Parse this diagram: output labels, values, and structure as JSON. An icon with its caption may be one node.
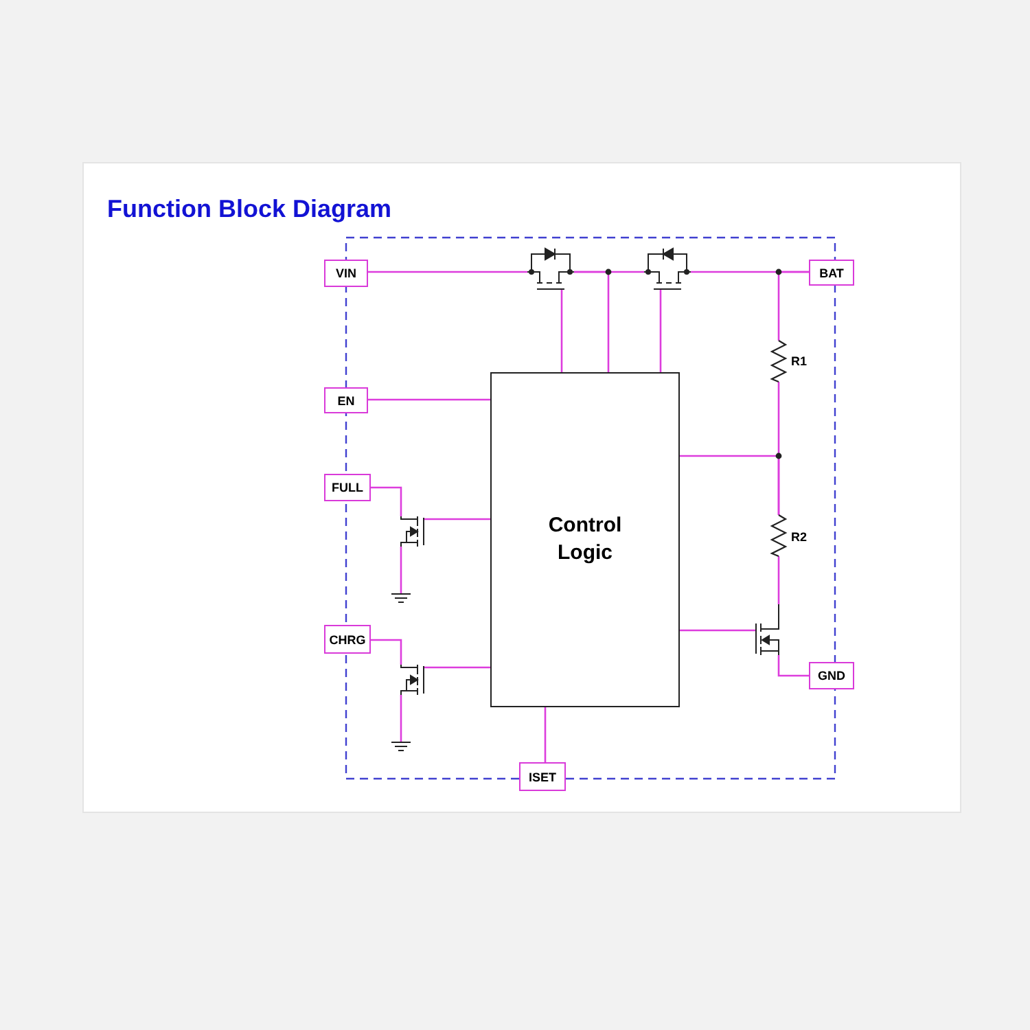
{
  "diagram": {
    "title": "Function Block Diagram",
    "nodes": [
      {
        "text": [
          "VIN"
        ]
      },
      {
        "text": [],
        "shape": "transistor"
      },
      {
        "text": [],
        "shape": "transistor"
      },
      {
        "text": [
          "BAT"
        ]
      },
      {
        "text": [],
        "shape": "resistor",
        "beside": [
          "R1"
        ]
      },
      {
        "text": [
          "Control Logic"
        ]
      },
      {
        "text": [
          "EN"
        ]
      },
      {
        "text": [
          "FULL"
        ]
      },
      {
        "text": [],
        "shape": "transistor"
      },
      {
        "text": [],
        "shape": "resistor",
        "beside": [
          "R2"
        ]
      },
      {
        "text": [],
        "shape": "ground"
      },
      {
        "text": [],
        "shape": "transistor"
      },
      {
        "text": [
          "CHRG"
        ]
      },
      {
        "text": [],
        "shape": "transistor"
      },
      {
        "text": [
          "GND"
        ]
      },
      {
        "text": [],
        "shape": "ground"
      },
      {
        "text": [
          "ISET"
        ]
      }
    ],
    "edges": [
      {
        "from": 0,
        "to": 1,
        "arrow": "none"
      },
      {
        "from": 1,
        "to": 2,
        "arrow": "none"
      },
      {
        "from": 2,
        "to": 3,
        "arrow": "none"
      },
      {
        "from": 5,
        "to": 1,
        "arrow": "none"
      },
      {
        "from": 5,
        "to": 1,
        "arrow": "none"
      },
      {
        "from": 5,
        "to": 2,
        "arrow": "none"
      },
      {
        "from": 3,
        "to": 4,
        "arrow": "none"
      },
      {
        "from": 6,
        "to": 5,
        "arrow": "none"
      },
      {
        "from": 4,
        "to": 9,
        "arrow": "none"
      },
      {
        "from": 5,
        "to": 9,
        "arrow": "none"
      },
      {
        "from": 7,
        "to": 8,
        "arrow": "none"
      },
      {
        "from": 5,
        "to": 8,
        "arrow": "none"
      },
      {
        "from": 8,
        "to": 10,
        "arrow": "none"
      },
      {
        "from": 9,
        "to": 11,
        "arrow": "none"
      },
      {
        "from": 5,
        "to": 11,
        "arrow": "none"
      },
      {
        "from": 12,
        "to": 13,
        "arrow": "none"
      },
      {
        "from": 5,
        "to": 13,
        "arrow": "none"
      },
      {
        "from": 11,
        "to": 14,
        "arrow": "none"
      },
      {
        "from": 13,
        "to": 15,
        "arrow": "none"
      },
      {
        "from": 5,
        "to": 16,
        "arrow": "none"
      }
    ]
  }
}
